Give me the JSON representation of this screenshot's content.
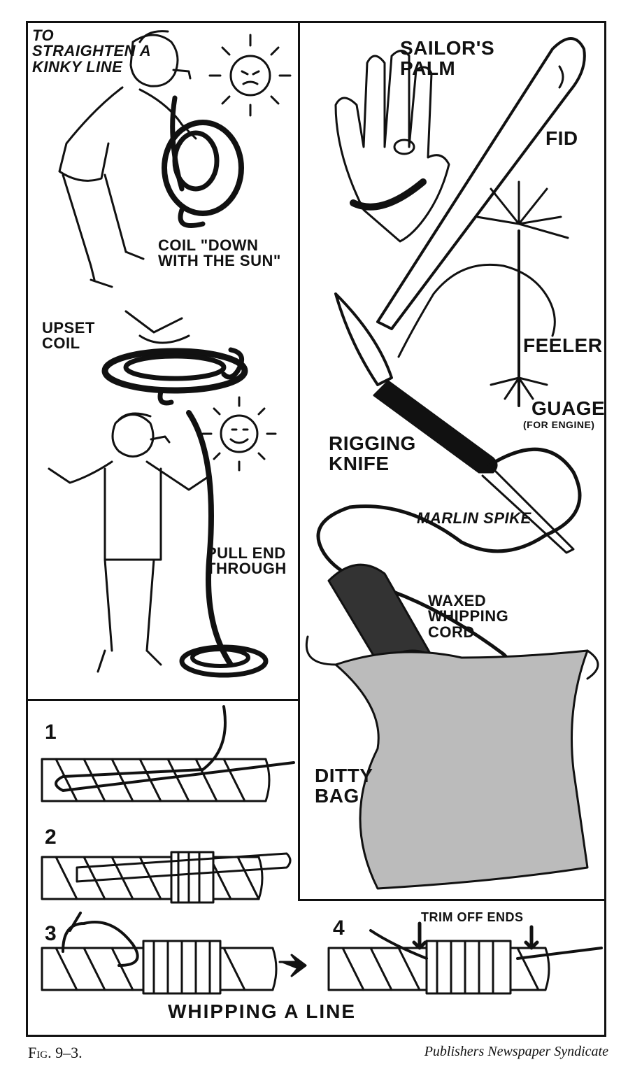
{
  "labels": {
    "straighten": "TO STRAIGHTEN A KINKY LINE",
    "coil_down": "COIL \"DOWN WITH THE SUN\"",
    "upset_coil": "UPSET COIL",
    "pull_end": "PULL END THROUGH",
    "sailors_palm": "SAILOR'S PALM",
    "fid": "FID",
    "feeler": "FEELER",
    "guage": "GUAGE",
    "for_engine": "(FOR ENGINE)",
    "rigging_knife": "RIGGING KNIFE",
    "marlin_spike": "MARLIN SPIKE",
    "waxed_cord": "WAXED WHIPPING CORD",
    "ditty_bag": "DITTY BAG",
    "trim_off": "TRIM OFF ENDS",
    "whipping": "WHIPPING A LINE"
  },
  "steps": [
    "1",
    "2",
    "3",
    "4"
  ],
  "footer": {
    "figure": "Fig. 9–3.",
    "credit": "Publishers Newspaper Syndicate"
  }
}
